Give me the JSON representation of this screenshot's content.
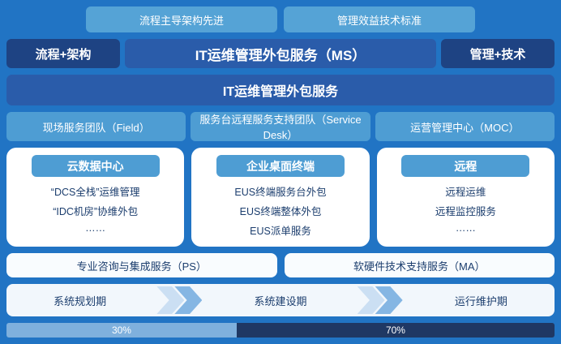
{
  "top_banners": [
    "流程主导架构先进",
    "管理效益技术标准"
  ],
  "header_row": {
    "left": "流程+架构",
    "center": "IT运维管理外包服务（MS）",
    "right": "管理+技术"
  },
  "main_banner": "IT运维管理外包服务",
  "teams": [
    "现场服务团队（Field）",
    "服务台远程服务支持团队（Service Desk）",
    "运营管理中心（MOC）"
  ],
  "service_cards": [
    {
      "title": "云数据中心",
      "items": [
        "“DCS全栈”运维管理",
        "“IDC机房”协维外包",
        "……"
      ]
    },
    {
      "title": "企业桌面终端",
      "items": [
        "EUS终端服务台外包",
        "EUS终端整体外包",
        "EUS派单服务"
      ]
    },
    {
      "title": "远程",
      "items": [
        "远程运维",
        "远程监控服务",
        "……"
      ]
    }
  ],
  "support_services": [
    "专业咨询与集成服务（PS）",
    "软硬件技术支持服务（MA）"
  ],
  "phases": [
    "系统规划期",
    "系统建设期",
    "运行维护期"
  ],
  "progress": {
    "left_label": "30%",
    "right_label": "70%"
  },
  "colors": {
    "background": "#2174c4",
    "banner_light_blue": "#55a3d6",
    "dark_navy_box": "#1e4383",
    "primary_blue_box": "#2a5caa",
    "team_blue": "#4e9dd3",
    "card_text_navy": "#1c3e6e",
    "progress_light": "#7fb0dd",
    "progress_dark": "#1f3864"
  }
}
